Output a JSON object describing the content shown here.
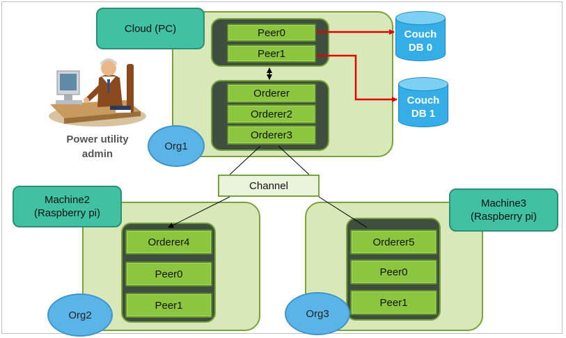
{
  "cloud": {
    "label": "Cloud (PC)",
    "org": "Org1",
    "peers": [
      "Peer0",
      "Peer1"
    ],
    "orderers": [
      "Orderer",
      "Orderer2",
      "Orderer3"
    ]
  },
  "databases": [
    {
      "line1": "Couch",
      "line2": "DB 0"
    },
    {
      "line1": "Couch",
      "line2": "DB 1"
    }
  ],
  "admin": {
    "line1": "Power utility",
    "line2": "admin"
  },
  "channel": "Channel",
  "machine2": {
    "line1": "Machine2",
    "line2": "(Raspberry pi)",
    "org": "Org2",
    "nodes": [
      "Orderer4",
      "Peer0",
      "Peer1"
    ]
  },
  "machine3": {
    "line1": "Machine3",
    "line2": "(Raspberry pi)",
    "org": "Org3",
    "nodes": [
      "Orderer5",
      "Peer0",
      "Peer1"
    ]
  },
  "colors": {
    "node_green": "#8cc63f",
    "org_background": "#d8e8b8",
    "machine_label": "#40c1a1",
    "org_ellipse": "#5bb4e8",
    "database": "#35aee8",
    "link_red": "#e00000"
  }
}
